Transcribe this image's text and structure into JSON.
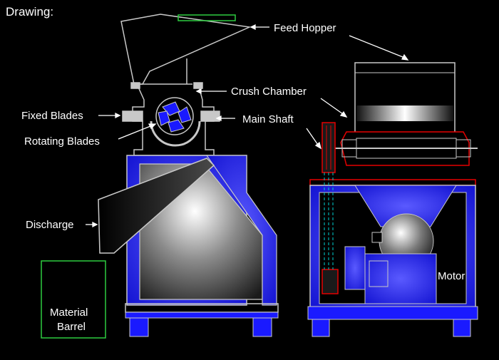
{
  "title": "Drawing:",
  "labels": {
    "feed_hopper": "Feed Hopper",
    "crush_chamber": "Crush Chamber",
    "fixed_blades": "Fixed Blades",
    "main_shaft": "Main Shaft",
    "rotating_blades": "Rotating Blades",
    "discharge": "Discharge",
    "material_barrel_line1": "Material",
    "material_barrel_line2": "Barrel",
    "motor": "Motor"
  },
  "colors": {
    "background": "#000000",
    "frame_blue": "#1a1aff",
    "outline": "#c8c8c8",
    "accent_red": "#e60000",
    "accent_green": "#2ecc40",
    "accent_cyan": "#00d0d0"
  }
}
